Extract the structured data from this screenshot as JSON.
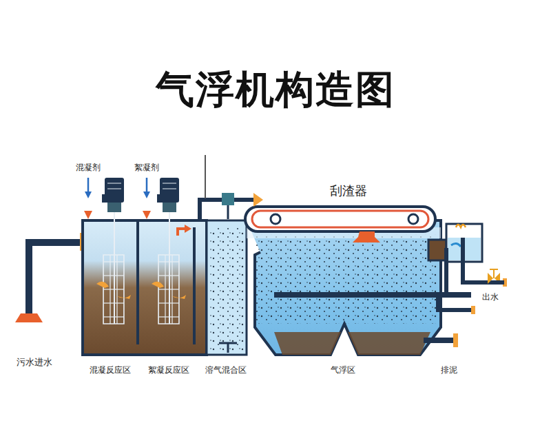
{
  "diagram": {
    "title": "气浮机构造图",
    "labels": [
      "混凝剂",
      "絮凝剂",
      "刮渣器",
      "污水进水",
      "混凝反应区",
      "絮凝反应区",
      "溶气混合区",
      "气浮区",
      "出水",
      "排泥"
    ]
  }
}
